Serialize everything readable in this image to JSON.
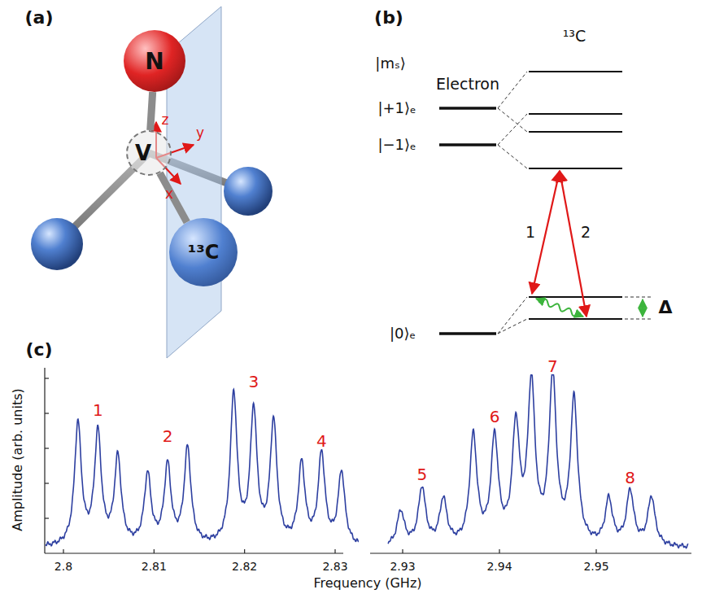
{
  "diagram": {
    "nodes": [
      {
        "text": [
          "N"
        ]
      },
      {
        "text": [
          "V"
        ]
      },
      {
        "text": [
          "¹³C"
        ]
      }
    ],
    "edges": [
      {
        "from": 1,
        "to": 0,
        "arrow": "none"
      },
      {
        "from": 1,
        "to": 2,
        "arrow": "none"
      }
    ],
    "labels": [
      "(a)",
      "(b)",
      "(c)",
      "z",
      "y",
      "x",
      "|mₛ⟩",
      "Electron",
      "¹³C",
      "|+1⟩ₑ",
      "|−1⟩ₑ",
      "|0⟩ₑ",
      "1",
      "2",
      "Δ",
      "Amplitude (arb. units)",
      "Frequency (GHz)",
      "2.8",
      "2.81",
      "2.82",
      "2.83",
      "2.93",
      "2.94",
      "2.95",
      "1",
      "2",
      "3",
      "4",
      "5",
      "6",
      "7",
      "8"
    ]
  }
}
